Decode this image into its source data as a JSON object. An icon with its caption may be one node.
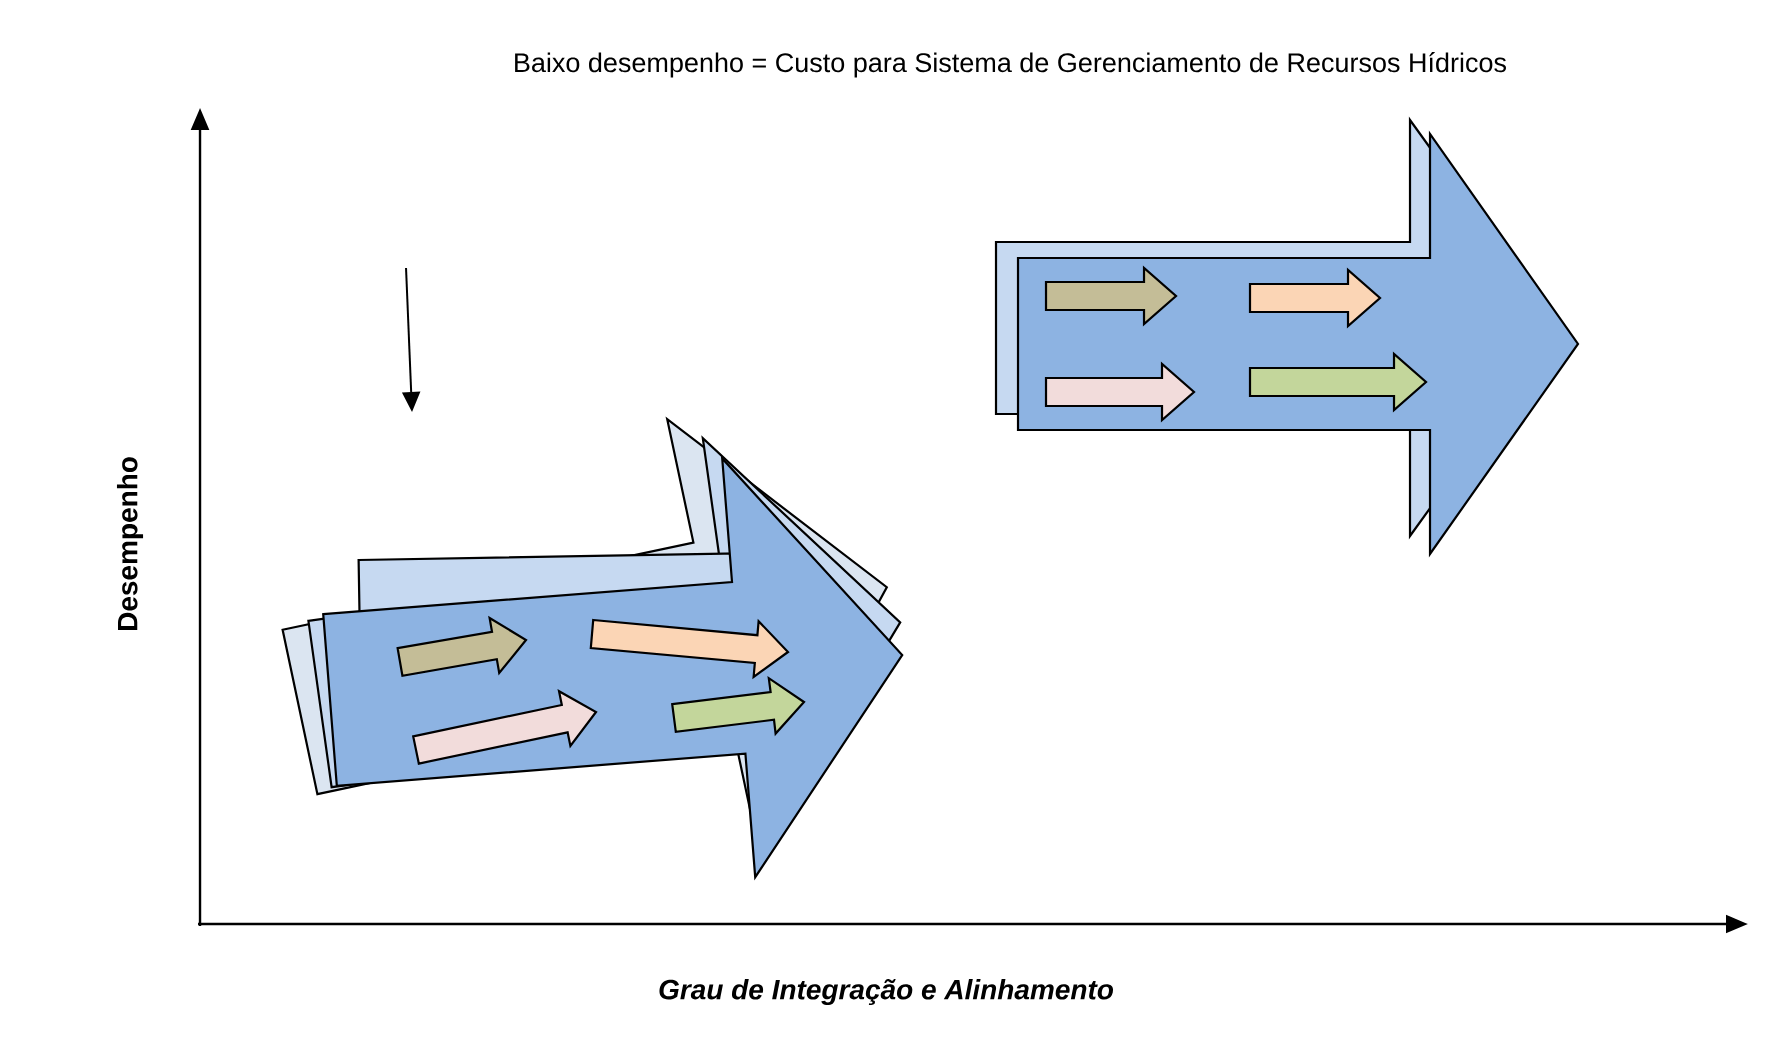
{
  "diagram": {
    "title": "Baixo desempenho = Custo para Sistema de Gerenciamento de Recursos Hídricos",
    "labels": [
      "Desempenho",
      "Grau de Integração e Alinhamento"
    ]
  }
}
